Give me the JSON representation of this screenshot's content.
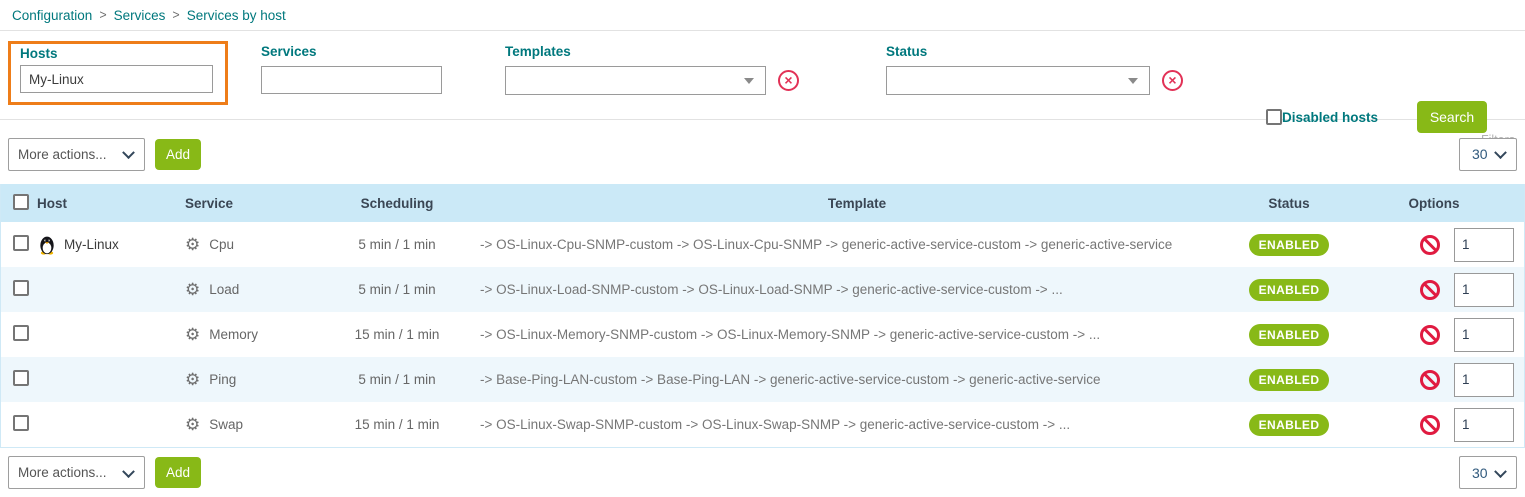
{
  "breadcrumb": {
    "items": [
      "Configuration",
      "Services",
      "Services by host"
    ],
    "separator": ">"
  },
  "filters": {
    "hosts": {
      "label": "Hosts",
      "value": "My-Linux"
    },
    "services": {
      "label": "Services",
      "value": ""
    },
    "templates": {
      "label": "Templates",
      "value": ""
    },
    "status": {
      "label": "Status",
      "value": ""
    },
    "disabled_hosts_label": "Disabled hosts",
    "search_label": "Search",
    "filters_caption": "Filters"
  },
  "toolbar": {
    "more_actions_label": "More actions...",
    "add_label": "Add",
    "page_size": "30"
  },
  "table": {
    "headers": [
      "Host",
      "Service",
      "Scheduling",
      "Template",
      "Status",
      "Options"
    ],
    "rows": [
      {
        "host": "My-Linux",
        "service": "Cpu",
        "scheduling": "5 min / 1 min",
        "template": "-> OS-Linux-Cpu-SNMP-custom -> OS-Linux-Cpu-SNMP -> generic-active-service-custom -> generic-active-service",
        "status": "ENABLED",
        "options_value": "1"
      },
      {
        "host": "",
        "service": "Load",
        "scheduling": "5 min / 1 min",
        "template": "-> OS-Linux-Load-SNMP-custom -> OS-Linux-Load-SNMP -> generic-active-service-custom -> ...",
        "status": "ENABLED",
        "options_value": "1"
      },
      {
        "host": "",
        "service": "Memory",
        "scheduling": "15 min / 1 min",
        "template": "-> OS-Linux-Memory-SNMP-custom -> OS-Linux-Memory-SNMP -> generic-active-service-custom -> ...",
        "status": "ENABLED",
        "options_value": "1"
      },
      {
        "host": "",
        "service": "Ping",
        "scheduling": "5 min / 1 min",
        "template": "-> Base-Ping-LAN-custom -> Base-Ping-LAN -> generic-active-service-custom -> generic-active-service",
        "status": "ENABLED",
        "options_value": "1"
      },
      {
        "host": "",
        "service": "Swap",
        "scheduling": "15 min / 1 min",
        "template": "-> OS-Linux-Swap-SNMP-custom -> OS-Linux-Swap-SNMP -> generic-active-service-custom -> ...",
        "status": "ENABLED",
        "options_value": "1"
      }
    ]
  },
  "colors": {
    "accent_teal": "#00787d",
    "accent_green": "#88b917",
    "highlight_orange": "#ee7d19",
    "danger_red": "#e01b41",
    "table_header_bg": "#cbe9f7",
    "row_alt_bg": "#eef7fc"
  }
}
